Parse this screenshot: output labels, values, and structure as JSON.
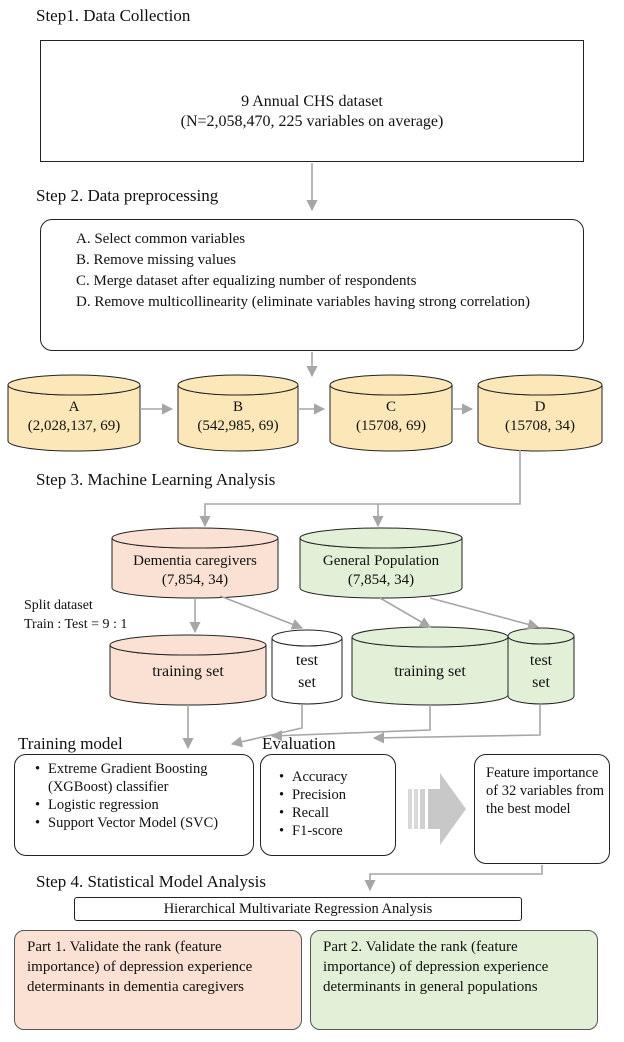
{
  "colors": {
    "yellow": "#fbe7b8",
    "salmon": "#fbe1d4",
    "green": "#e2f0d8",
    "arrow": "#a6a6a6",
    "outline": "#222222"
  },
  "step1": {
    "heading": "Step1. Data Collection",
    "line1": "9 Annual  CHS dataset",
    "line2": "(N=2,058,470, 225 variables on average)"
  },
  "step2": {
    "heading": "Step 2. Data preprocessing",
    "items": [
      "A.  Select common variables",
      "B.  Remove missing values",
      "C.  Merge dataset after equalizing number of respondents",
      "D.  Remove multicollinearity (eliminate variables having strong correlation)"
    ],
    "datasets": [
      {
        "name": "A",
        "info": "(2,028,137,  69)"
      },
      {
        "name": "B",
        "info": "(542,985,  69)"
      },
      {
        "name": "C",
        "info": "(15708,  69)"
      },
      {
        "name": "D",
        "info": "(15708,  34)"
      }
    ]
  },
  "step3": {
    "heading": "Step 3. Machine Learning Analysis",
    "groups": [
      {
        "name": "Dementia caregivers",
        "info": "(7,854,  34)"
      },
      {
        "name": "General Population",
        "info": "(7,854,  34)"
      }
    ],
    "split_label_1": "Split dataset",
    "split_label_2": "Train : Test = 9 : 1",
    "training_set": "training set",
    "test_set_1": "test",
    "test_set_2": "set",
    "training_model": {
      "heading": "Training model",
      "items": [
        "Extreme Gradient Boosting (XGBoost) classifier",
        "Logistic regression",
        "Support Vector Model (SVC)"
      ]
    },
    "evaluation": {
      "heading": "Evaluation",
      "items": [
        "Accuracy",
        "Precision",
        "Recall",
        "F1-score"
      ]
    },
    "feature_importance": "Feature importance of 32 variables from the best model"
  },
  "step4": {
    "heading": "Step 4. Statistical Model Analysis",
    "method": "Hierarchical Multivariate Regression Analysis",
    "part1": "Part 1. Validate the rank (feature importance) of depression experience determinants in dementia caregivers",
    "part2": "Part 2. Validate the rank (feature importance) of depression experience determinants in general populations"
  }
}
